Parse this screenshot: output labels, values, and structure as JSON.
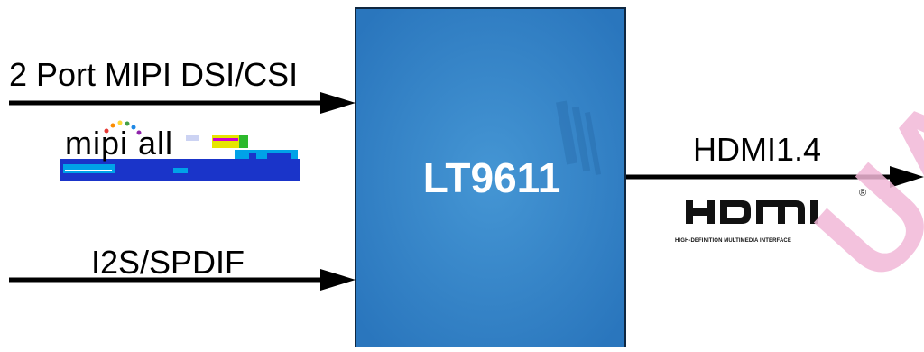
{
  "diagram": {
    "chip": {
      "name": "LT9611",
      "fill_color": "#2e7dc4",
      "highlight_color": "#4a9ad6",
      "border_color": "#0f2740"
    },
    "inputs": [
      {
        "label": "2 Port MIPI DSI/CSI",
        "logo": "mipi-alliance-logo"
      },
      {
        "label": "I2S/SPDIF"
      }
    ],
    "output": {
      "label": "HDMI1.4",
      "logo": "hdmi-logo",
      "logo_tagline": "HIGH-DEFINITION MULTIMEDIA INTERFACE",
      "logo_mark": "®"
    },
    "mipi_logo": {
      "text": "mipi all"
    },
    "watermark": {
      "text": "UA",
      "color": "#f2b8d8"
    },
    "arrow_color": "#000000"
  }
}
